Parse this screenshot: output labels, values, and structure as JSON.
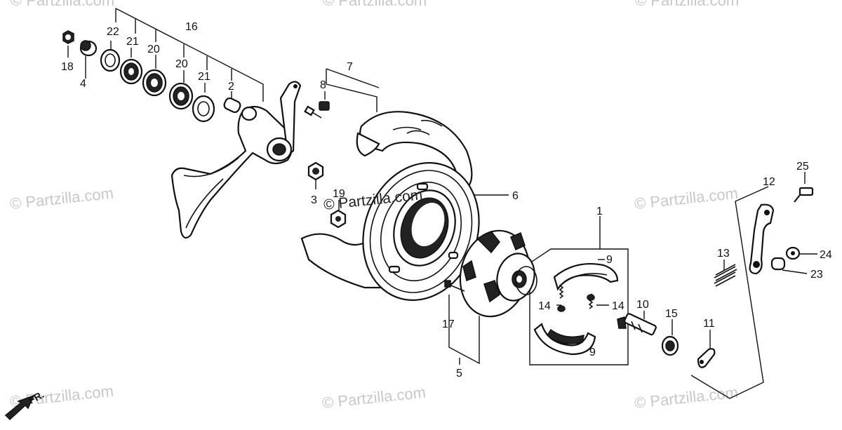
{
  "callouts": [
    "1",
    "2",
    "3",
    "4",
    "5",
    "6",
    "7",
    "8",
    "9",
    "9",
    "10",
    "11",
    "12",
    "13",
    "14",
    "14",
    "15",
    "16",
    "17",
    "18",
    "19",
    "20",
    "20",
    "21",
    "21",
    "22",
    "23",
    "24",
    "25"
  ],
  "watermark": "© Partzilla.com",
  "front_label": "FR.",
  "colors": {
    "ink": "#111111",
    "watermark": "#c8c8c8",
    "background": "#ffffff"
  }
}
